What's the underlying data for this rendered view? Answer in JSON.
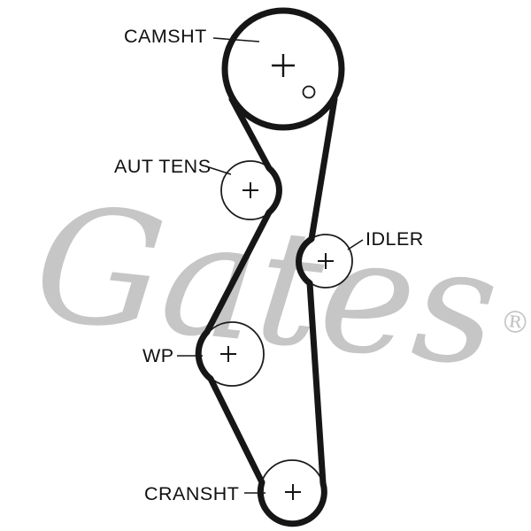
{
  "watermark": {
    "text": "Gates",
    "registered": "®",
    "color": "#c6c6c6"
  },
  "diagram": {
    "type": "timing-belt-routing",
    "background_color": "#ffffff",
    "belt_color": "#161616",
    "labels": {
      "camshaft": "CAMSHT",
      "auto_tensioner": "AUT TENS",
      "idler": "IDLER",
      "water_pump": "WP",
      "crankshaft": "CRANSHT"
    },
    "pulleys": [
      {
        "id": "camshaft",
        "label": "CAMSHT",
        "marker": "+"
      },
      {
        "id": "auto-tensioner",
        "label": "AUT TENS",
        "marker": "+"
      },
      {
        "id": "idler",
        "label": "IDLER",
        "marker": "+"
      },
      {
        "id": "water-pump",
        "label": "WP",
        "marker": "+"
      },
      {
        "id": "crankshaft",
        "label": "CRANSHT",
        "marker": "+"
      }
    ]
  }
}
